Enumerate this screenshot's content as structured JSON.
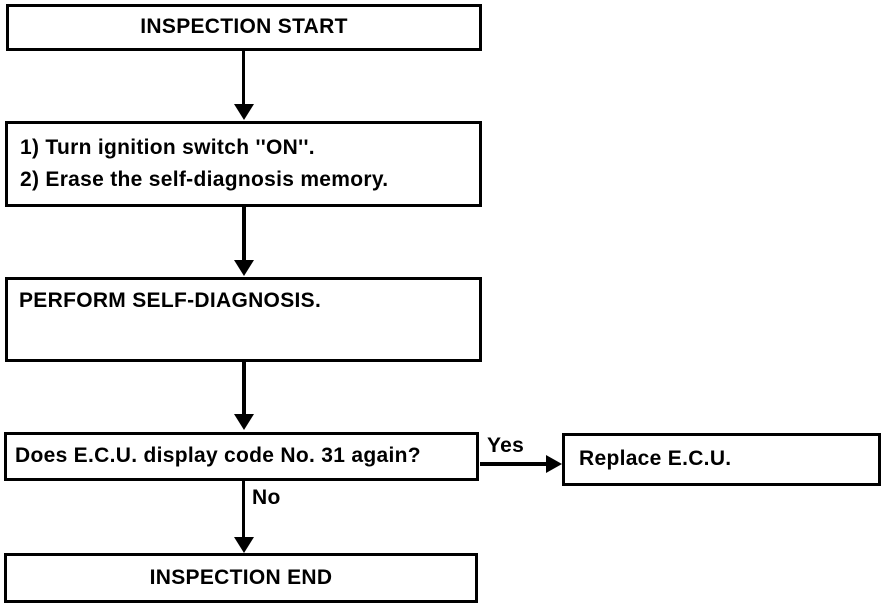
{
  "colors": {
    "ink": "#000000",
    "paper": "#ffffff"
  },
  "flowchart": {
    "nodes": {
      "inspection_start": {
        "label": "INSPECTION START"
      },
      "prepare": {
        "lines": [
          "1) Turn ignition switch ''ON''.",
          "2) Erase the self-diagnosis memory."
        ]
      },
      "perform_self_diagnosis": {
        "label": "PERFORM SELF-DIAGNOSIS."
      },
      "decision_code_31": {
        "label": "Does E.C.U. display code No. 31 again?"
      },
      "replace_ecu": {
        "label": "Replace E.C.U."
      },
      "inspection_end": {
        "label": "INSPECTION END"
      }
    },
    "edge_labels": {
      "yes": "Yes",
      "no": "No"
    }
  }
}
